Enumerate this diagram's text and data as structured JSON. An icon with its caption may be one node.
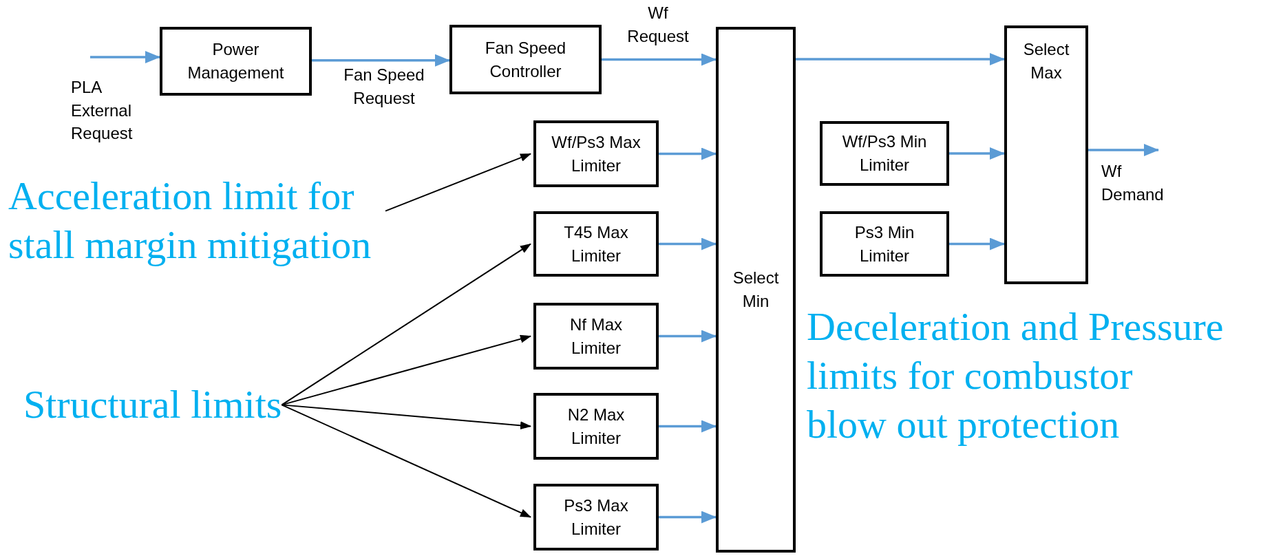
{
  "diagram": {
    "nodes": [
      {
        "text": [
          "Power Management"
        ]
      },
      {
        "text": [
          "Fan Speed Controller"
        ]
      },
      {
        "text": [
          "Select Min"
        ]
      },
      {
        "text": [
          "Select Max"
        ]
      },
      {
        "text": [
          "Wf/Ps3 Max Limiter"
        ]
      },
      {
        "text": [
          "T45 Max Limiter"
        ]
      },
      {
        "text": [
          "Nf Max Limiter"
        ]
      },
      {
        "text": [
          "N2 Max Limiter"
        ]
      },
      {
        "text": [
          "Ps3 Max Limiter"
        ]
      },
      {
        "text": [
          "Wf/Ps3 Min Limiter"
        ]
      },
      {
        "text": [
          "Ps3 Min Limiter"
        ]
      },
      {
        "text": [
          "Acceleration limit for stall margin mitigation"
        ]
      },
      {
        "text": [
          "Structural limits"
        ]
      }
    ],
    "edges": [
      {
        "from": null,
        "to": 0,
        "arrow": "to",
        "label": "PLA External Request"
      },
      {
        "from": 0,
        "to": 1,
        "arrow": "to",
        "label": "Fan Speed Request"
      },
      {
        "from": 1,
        "to": 2,
        "arrow": "to",
        "label": "Wf Request"
      },
      {
        "from": 4,
        "to": 2,
        "arrow": "to"
      },
      {
        "from": 5,
        "to": 2,
        "arrow": "to"
      },
      {
        "from": 6,
        "to": 2,
        "arrow": "to"
      },
      {
        "from": 7,
        "to": 2,
        "arrow": "to"
      },
      {
        "from": 8,
        "to": 2,
        "arrow": "to"
      },
      {
        "from": 2,
        "to": 3,
        "arrow": "to"
      },
      {
        "from": 9,
        "to": 3,
        "arrow": "to"
      },
      {
        "from": 10,
        "to": 3,
        "arrow": "to"
      },
      {
        "from": 3,
        "to": null,
        "arrow": "to",
        "label": "Wf Demand"
      },
      {
        "from": 11,
        "to": 4,
        "arrow": "to",
        "color": "#000000"
      },
      {
        "from": 12,
        "to": 5,
        "arrow": "to",
        "color": "#000000"
      },
      {
        "from": 12,
        "to": 6,
        "arrow": "to",
        "color": "#000000"
      },
      {
        "from": 12,
        "to": 7,
        "arrow": "to",
        "color": "#000000"
      },
      {
        "from": 12,
        "to": 8,
        "arrow": "to",
        "color": "#000000"
      }
    ],
    "labels": [
      "Deceleration and Pressure limits for combustor blow out protection"
    ]
  }
}
